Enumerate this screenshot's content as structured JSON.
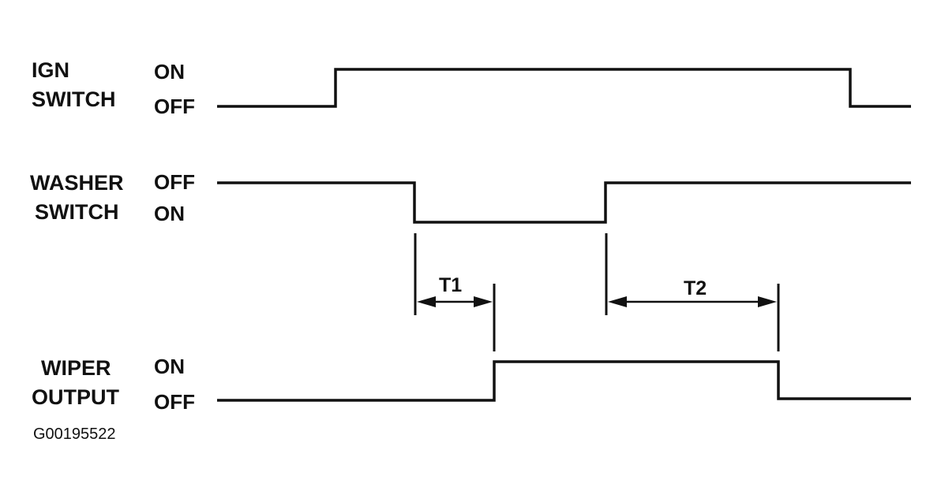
{
  "signals": [
    {
      "id": "ign",
      "label_lines": [
        "IGN",
        "SWITCH"
      ],
      "state_high": "ON",
      "state_low": "OFF"
    },
    {
      "id": "washer",
      "label_lines": [
        "WASHER",
        "SWITCH"
      ],
      "state_high": "OFF",
      "state_low": "ON"
    },
    {
      "id": "wiper",
      "label_lines": [
        "WIPER",
        "OUTPUT"
      ],
      "state_high": "ON",
      "state_low": "OFF"
    }
  ],
  "intervals": [
    {
      "label": "T1"
    },
    {
      "label": "T2"
    }
  ],
  "figure_code": "G00195522"
}
